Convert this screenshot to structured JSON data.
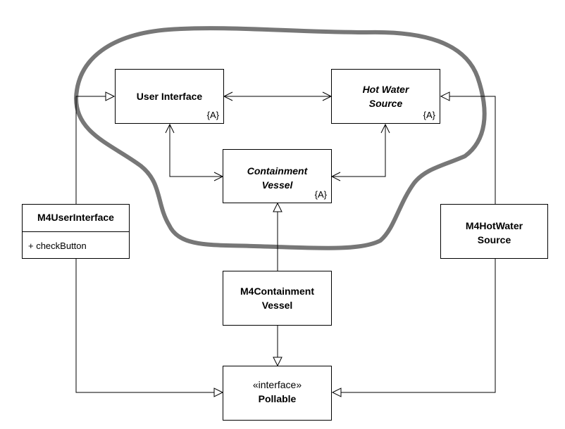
{
  "classes": {
    "user_interface": {
      "name": "User Interface",
      "tag": "{A}"
    },
    "hot_water_source": {
      "name_line1": "Hot Water",
      "name_line2": "Source",
      "tag": "{A}"
    },
    "containment_vessel": {
      "name_line1": "Containment",
      "name_line2": "Vessel",
      "tag": "{A}"
    },
    "m4_user_interface": {
      "name": "M4UserInterface",
      "operation": "+ checkButton"
    },
    "m4_hot_water_source": {
      "name_line1": "M4HotWater",
      "name_line2": "Source"
    },
    "m4_containment_vessel": {
      "name_line1": "M4Containment",
      "name_line2": "Vessel"
    },
    "pollable": {
      "stereotype": "«interface»",
      "name": "Pollable"
    }
  },
  "colors": {
    "boundary": "#777777",
    "line": "#000000"
  }
}
